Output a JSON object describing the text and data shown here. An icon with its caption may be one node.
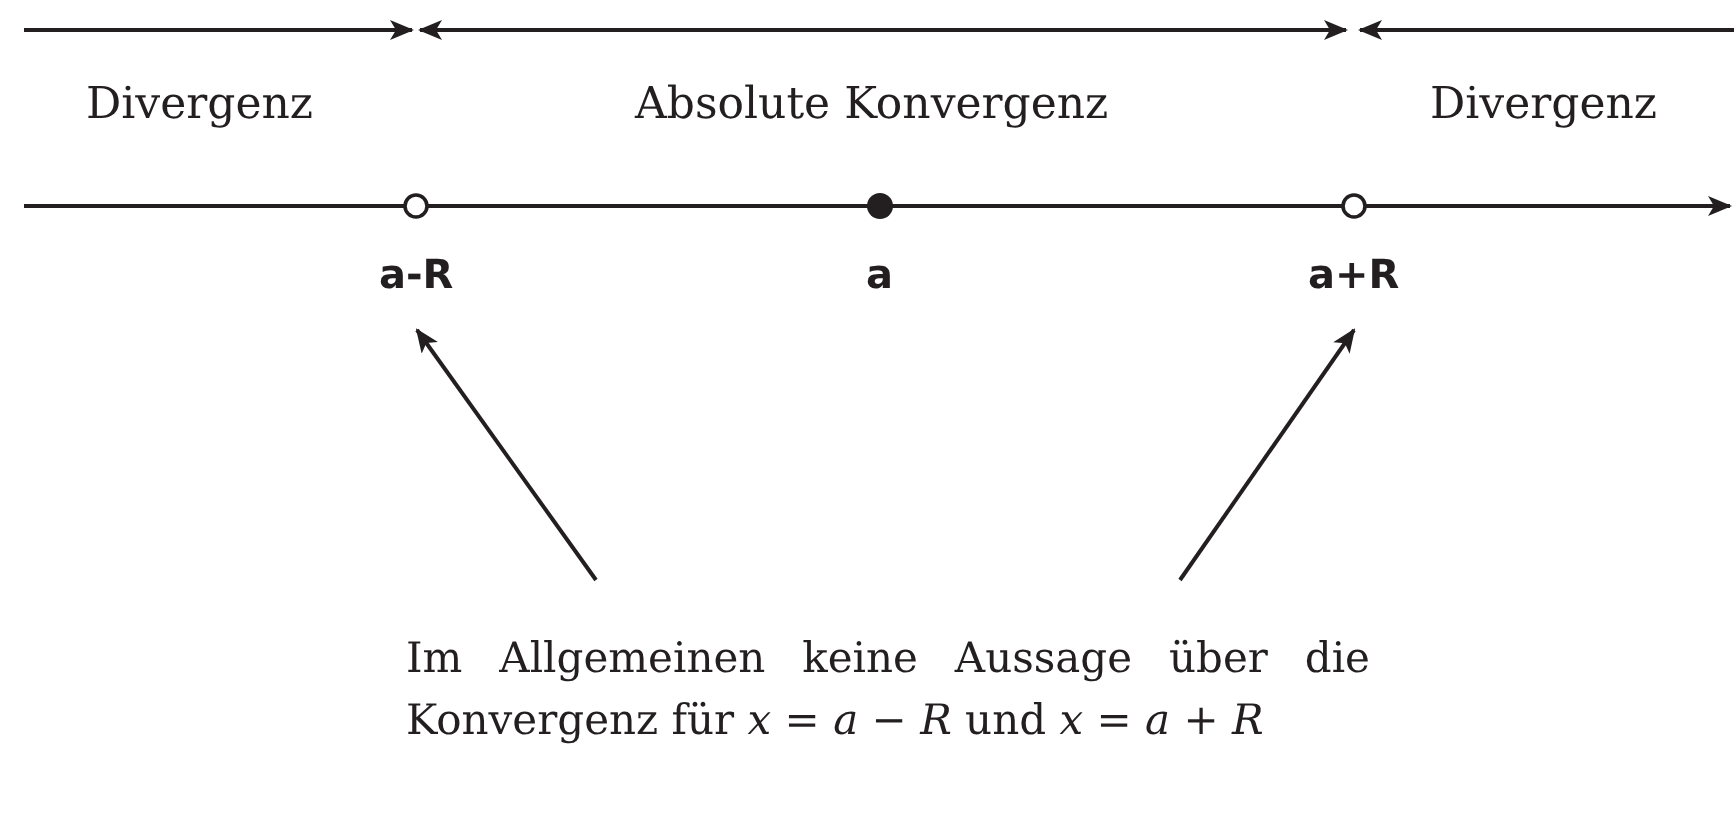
{
  "diagram": {
    "nodes": [
      {
        "text": [
          "a-R"
        ]
      },
      {
        "text": [
          "a"
        ]
      },
      {
        "text": [
          "a+R"
        ]
      },
      {
        "text": [
          "Im Allgemeinen keine Aussage über die Konvergenz für *x* = *a* − *R* und *x* = *a* + *R*"
        ]
      }
    ],
    "edges": [
      {
        "from": 3,
        "to": 0,
        "arrow": "to"
      },
      {
        "from": 3,
        "to": 2,
        "arrow": "to"
      }
    ],
    "labels": [
      "Divergenz",
      "Absolute Konvergenz",
      "Divergenz"
    ]
  }
}
